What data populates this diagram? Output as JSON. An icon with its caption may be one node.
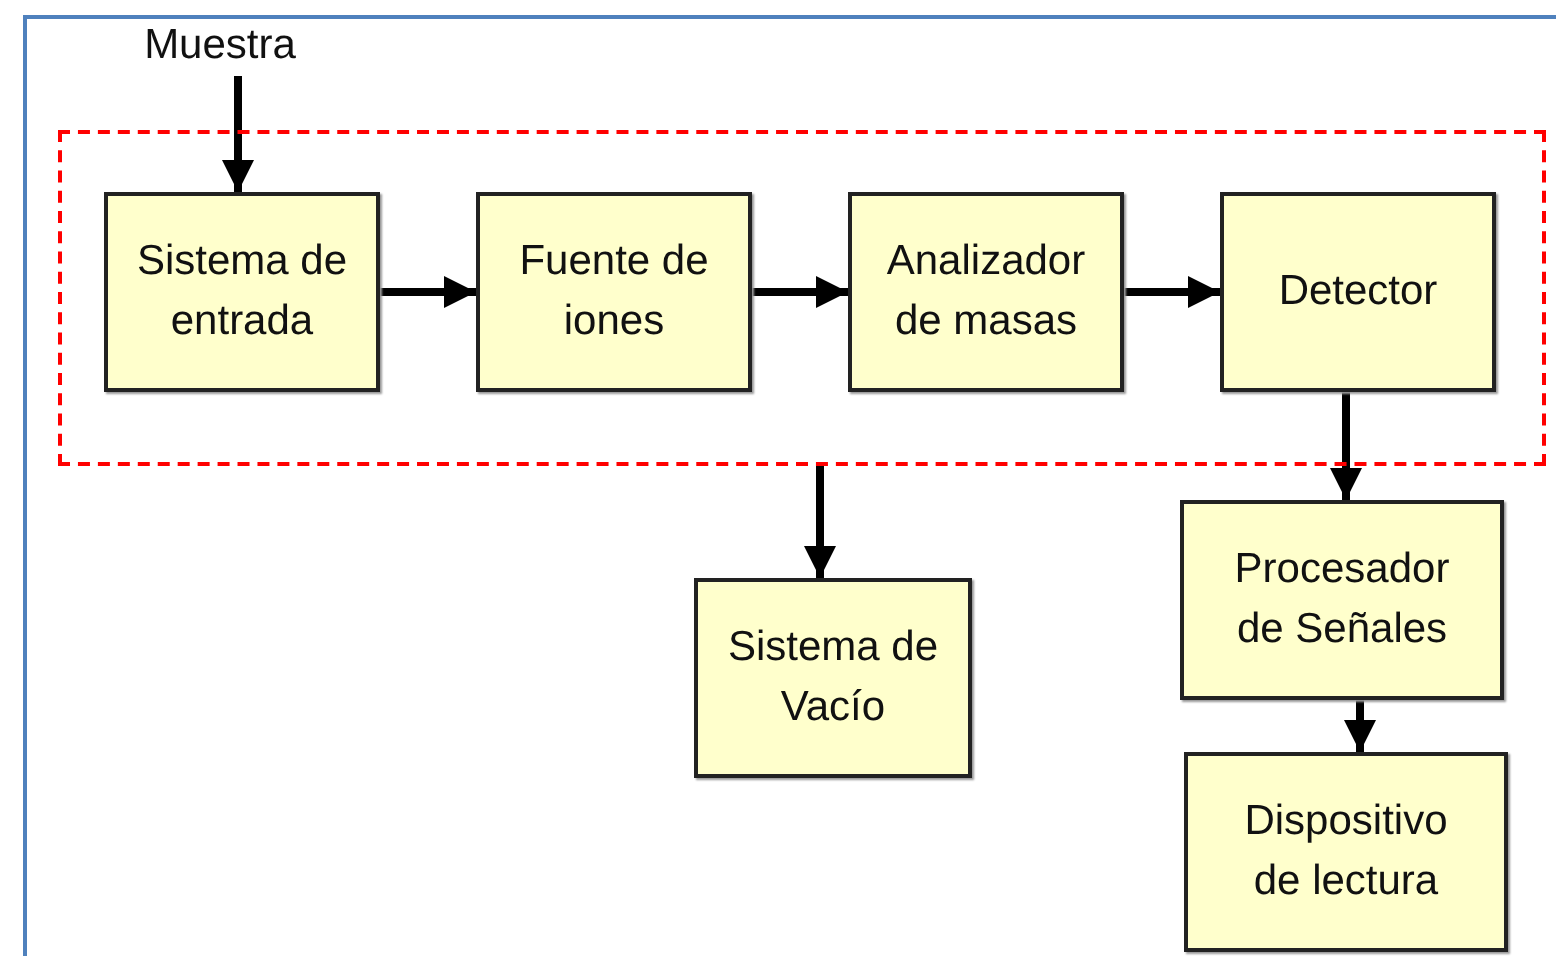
{
  "diagram": {
    "nodes": [
      {
        "text": [
          "Muestra"
        ]
      },
      {
        "text": [],
        "shape": "box"
      },
      {
        "text": [
          "Sistema de entrada"
        ],
        "in": 1
      },
      {
        "text": [
          "Fuente de iones"
        ],
        "in": 1
      },
      {
        "text": [
          "Analizador de masas"
        ],
        "in": 1
      },
      {
        "text": [
          "Detector"
        ],
        "in": 1
      },
      {
        "text": [
          "Sistema de Vacío"
        ]
      },
      {
        "text": [
          "Procesador de Señales"
        ]
      },
      {
        "text": [
          "Dispositivo de lectura"
        ]
      }
    ],
    "edges": [
      {
        "from": 0,
        "to": 2,
        "arrow": "to"
      },
      {
        "from": 2,
        "to": 3,
        "arrow": "to"
      },
      {
        "from": 3,
        "to": 4,
        "arrow": "to"
      },
      {
        "from": 4,
        "to": 5,
        "arrow": "to"
      },
      {
        "from": 1,
        "to": 6,
        "arrow": "to"
      },
      {
        "from": 5,
        "to": 7,
        "arrow": "to"
      },
      {
        "from": 7,
        "to": 8,
        "arrow": "to"
      }
    ]
  }
}
